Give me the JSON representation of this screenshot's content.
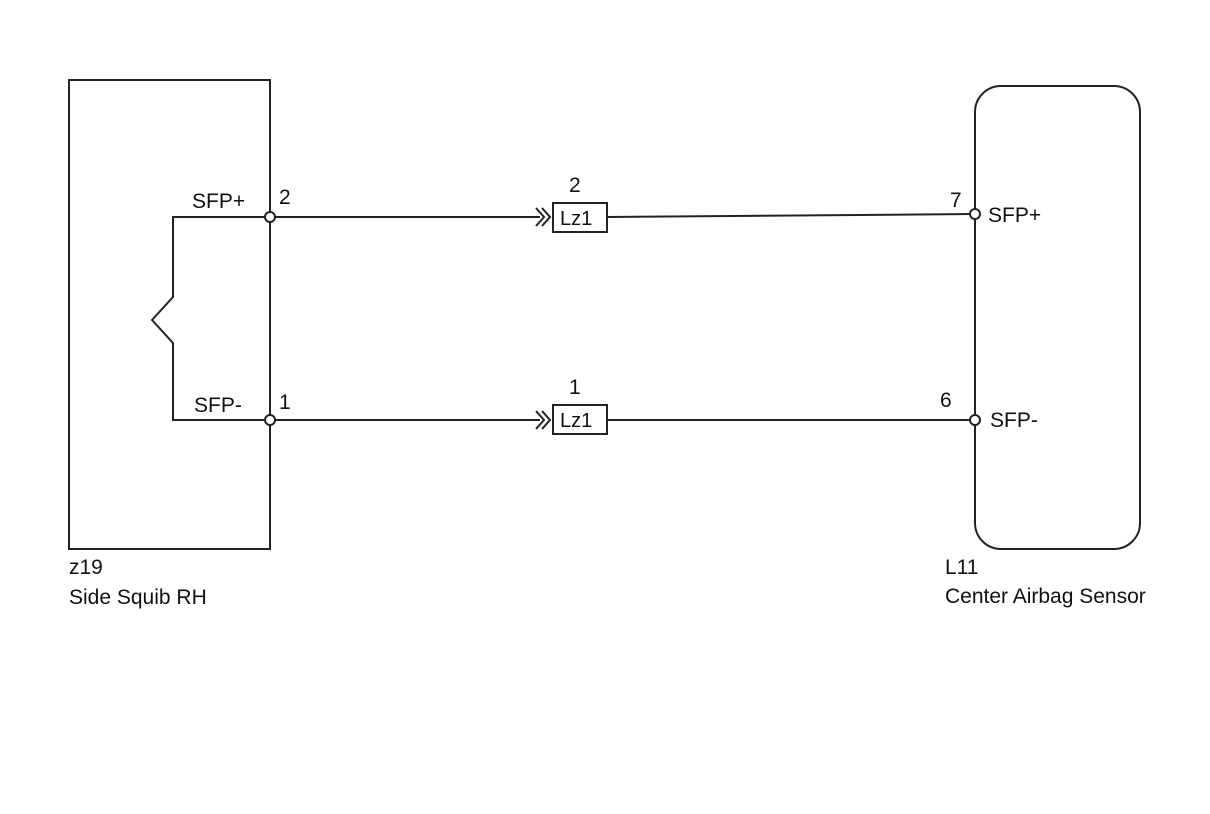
{
  "left_component": {
    "code": "z19",
    "name": "Side Squib RH",
    "pins": [
      {
        "number": "2",
        "signal": "SFP+"
      },
      {
        "number": "1",
        "signal": "SFP-"
      }
    ]
  },
  "right_component": {
    "code": "L11",
    "name": "Center Airbag Sensor",
    "pins": [
      {
        "number": "7",
        "signal": "SFP+"
      },
      {
        "number": "6",
        "signal": "SFP-"
      }
    ]
  },
  "connectors": [
    {
      "code": "Lz1",
      "pin": "2"
    },
    {
      "code": "Lz1",
      "pin": "1"
    }
  ]
}
